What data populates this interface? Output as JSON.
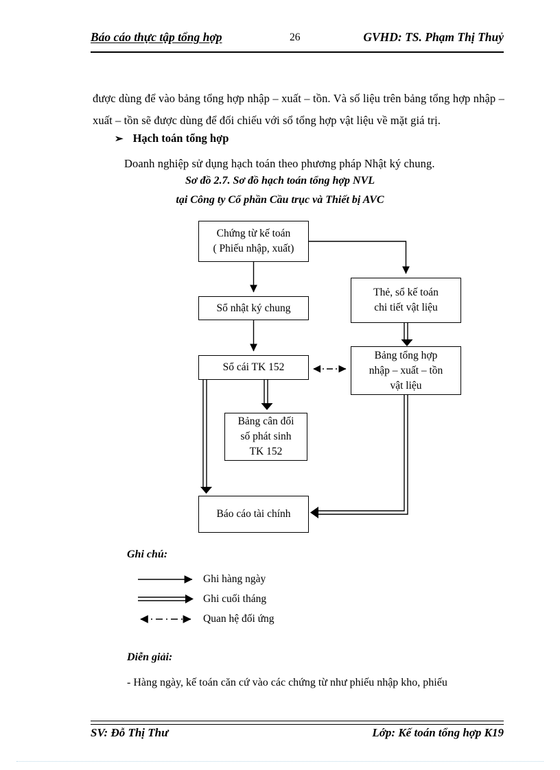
{
  "header": {
    "left_title": "Báo cáo thực tập tổng hợp",
    "page_number": "26",
    "right_title": "GVHD: TS. Phạm Thị Thuỷ"
  },
  "body": {
    "paragraph_1": "được dùng để vào bảng tổng hợp nhập – xuất – tồn. Và số liệu trên bảng tổng hợp nhập – xuất – tồn sẽ được dùng để đối chiếu với sổ tổng hợp vật liệu về mặt giá trị.",
    "bullet_glyph": "➢",
    "bullet_heading": "Hạch toán tổng hợp",
    "paragraph_2": "Doanh nghiệp sử dụng hạch toán theo phương pháp Nhật ký chung."
  },
  "figure": {
    "caption_line_1": "Sơ đồ 2.7. Sơ đồ hạch toán tổng hợp NVL",
    "caption_line_2": "tại Công ty Cổ phần Cầu trục và Thiết bị AVC",
    "nodes": {
      "chung_tu": {
        "line_1": "Chứng từ kế toán",
        "line_2": "( Phiếu nhập, xuất)"
      },
      "the_so": {
        "line_1": "Thẻ, sổ kế toán",
        "line_2": "chi tiết vật liệu"
      },
      "nhat_ky": {
        "line_1": "Sổ nhật ký chung"
      },
      "so_cai": {
        "line_1": "Sổ cái TK 152"
      },
      "bang_tong_hop": {
        "line_1": "Bảng tổng hợp",
        "line_2": "nhập – xuất – tồn",
        "line_3": "vật liệu"
      },
      "can_doi": {
        "line_1": "Bảng cân đối",
        "line_2": "số phát sinh",
        "line_3": "TK 152"
      },
      "bao_cao": {
        "line_1": "Báo cáo tài chính"
      }
    }
  },
  "legend": {
    "title": "Ghi chú:",
    "items": [
      {
        "symbol": "thin-arrow",
        "label": "Ghi hàng ngày"
      },
      {
        "symbol": "double-arrow",
        "label": "Ghi cuối tháng"
      },
      {
        "symbol": "dash-dot-bidirectional-arrow",
        "label": "Quan hệ đối ứng"
      }
    ]
  },
  "explanation": {
    "title": "Diễn giải:",
    "text": "- Hàng ngày, kế toán căn cứ vào các chứng từ như phiếu nhập kho, phiếu"
  },
  "footer": {
    "left": "SV: Đỗ Thị Thư",
    "right": "Lớp: Kế toán tổng hợp K19"
  },
  "colors": {
    "ink": "#000000",
    "page": "#ffffff"
  }
}
